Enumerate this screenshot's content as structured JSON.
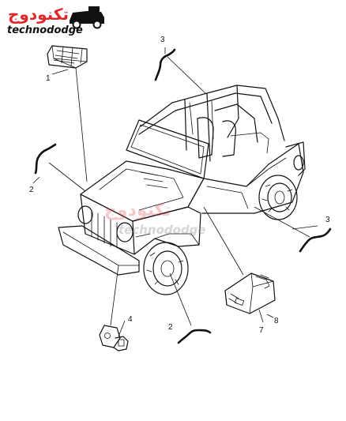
{
  "logo": {
    "arabic_text": "تكنودوج",
    "latin_text": "technododge"
  },
  "watermark": {
    "arabic_text": "تكنودوج",
    "latin_text": "technododge"
  },
  "callouts": [
    {
      "id": "c1",
      "text": "1"
    },
    {
      "id": "c2a",
      "text": "2"
    },
    {
      "id": "c2b",
      "text": "2"
    },
    {
      "id": "c3a",
      "text": "3"
    },
    {
      "id": "c3b",
      "text": "3"
    },
    {
      "id": "c4",
      "text": "4"
    },
    {
      "id": "c7",
      "text": "7"
    },
    {
      "id": "c8",
      "text": "8"
    }
  ],
  "colors": {
    "logo_red": "#e0262b",
    "line": "#111111"
  }
}
